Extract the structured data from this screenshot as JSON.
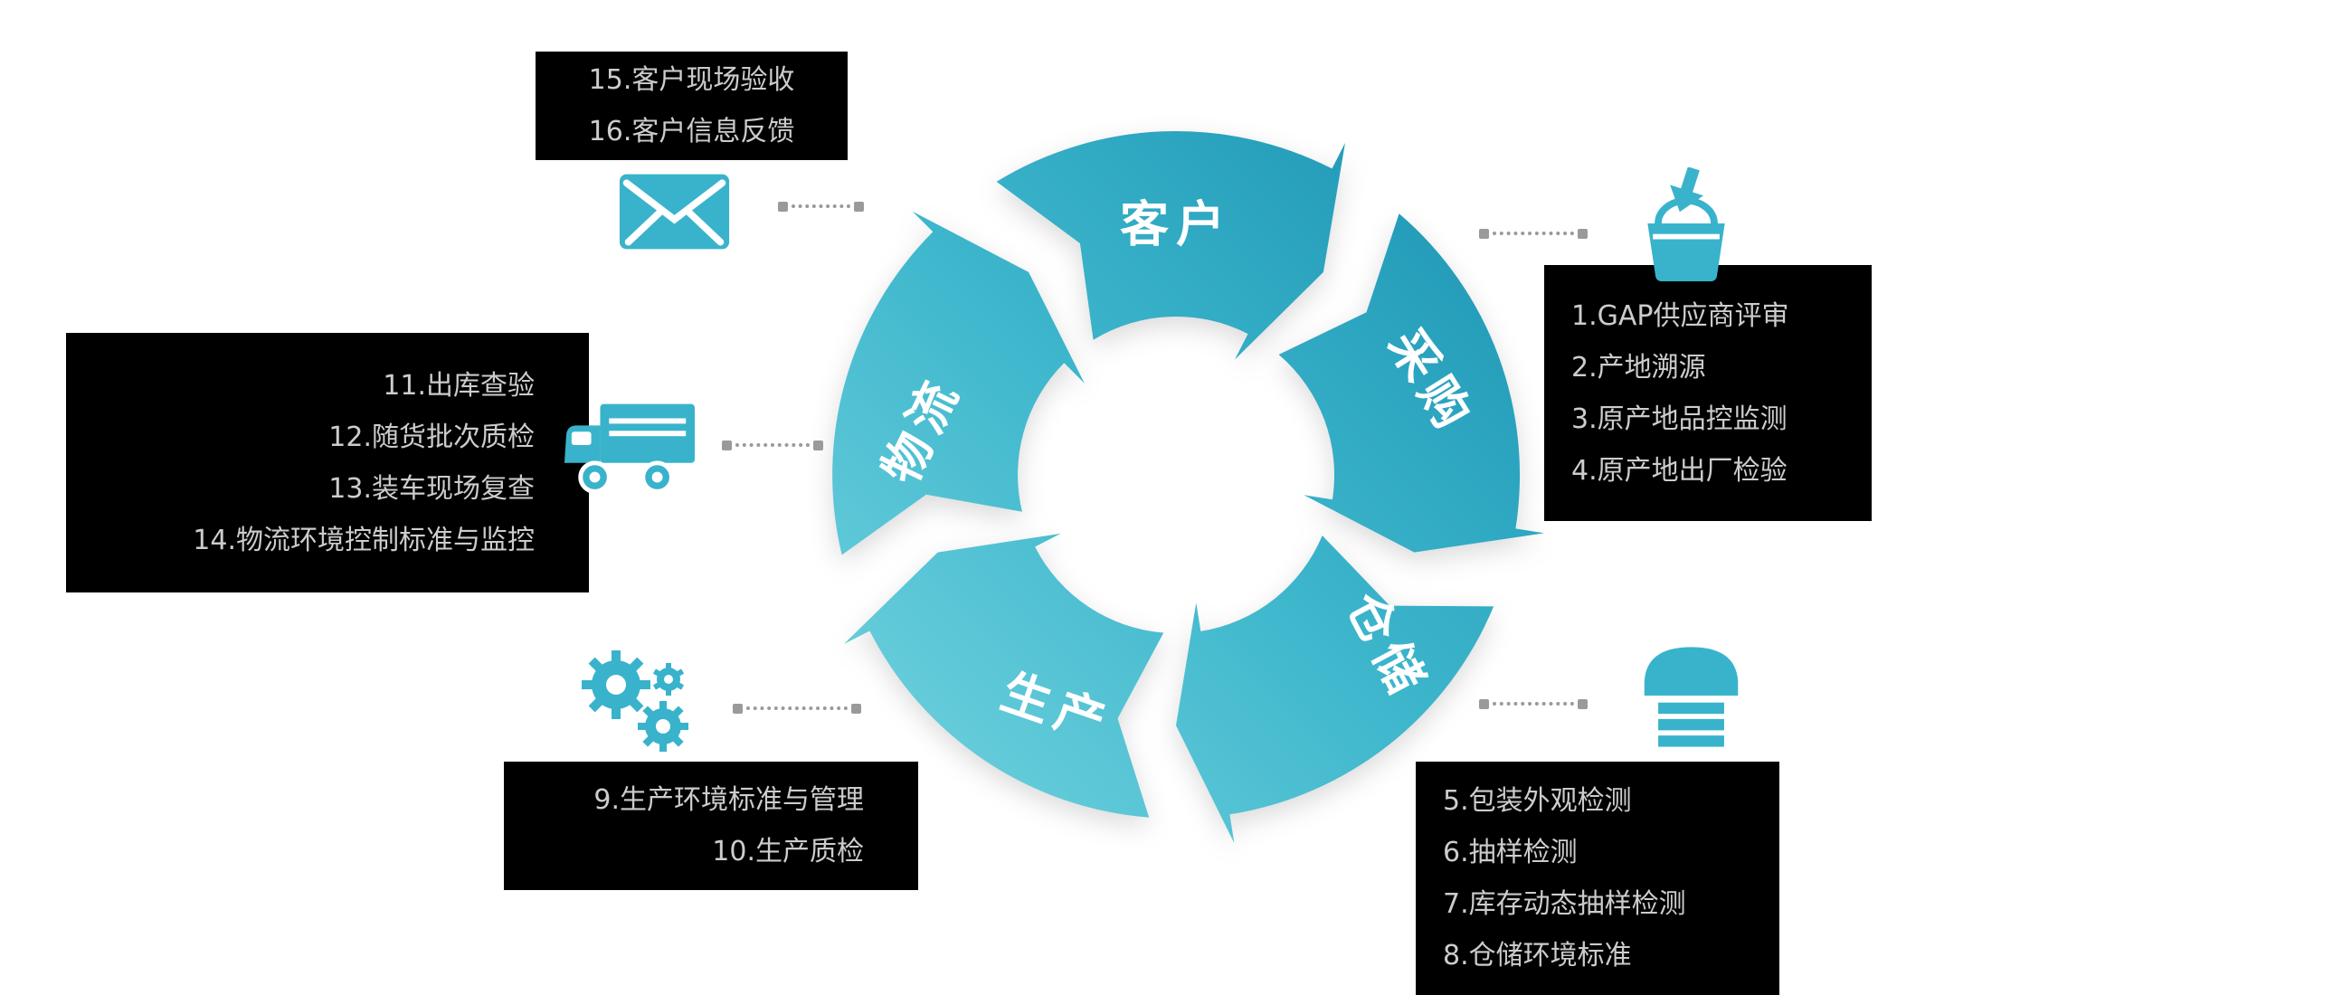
{
  "diagram": {
    "type": "process-cycle",
    "colors": {
      "accent": "#39b3cb",
      "ring_gradient_start": "#74d4df",
      "ring_gradient_end": "#1b93b3",
      "callout_bg": "#000000",
      "callout_text": "#cccccc",
      "connector": "#9a9a9a"
    },
    "ring": {
      "segments": [
        {
          "label": "客户"
        },
        {
          "label": "采购"
        },
        {
          "label": "仓储"
        },
        {
          "label": "生产"
        },
        {
          "label": "物流"
        }
      ]
    },
    "callouts": [
      {
        "id": "customer",
        "icon": "mail-icon",
        "items": [
          "15.客户现场验收",
          "16.客户信息反馈"
        ]
      },
      {
        "id": "procurement",
        "icon": "basket-icon",
        "items": [
          "1.GAP供应商评审",
          "2.产地溯源",
          "3.原产地品控监测",
          "4.原产地出厂检验"
        ]
      },
      {
        "id": "warehousing",
        "icon": "warehouse-icon",
        "items": [
          "5.包装外观检测",
          "6.抽样检测",
          "7.库存动态抽样检测",
          "8.仓储环境标准"
        ]
      },
      {
        "id": "production",
        "icon": "gears-icon",
        "items": [
          "9.生产环境标准与管理",
          "10.生产质检"
        ]
      },
      {
        "id": "logistics",
        "icon": "truck-icon",
        "items": [
          "11.出库查验",
          "12.随货批次质检",
          "13.装车现场复查",
          "14.物流环境控制标准与监控"
        ]
      }
    ]
  }
}
